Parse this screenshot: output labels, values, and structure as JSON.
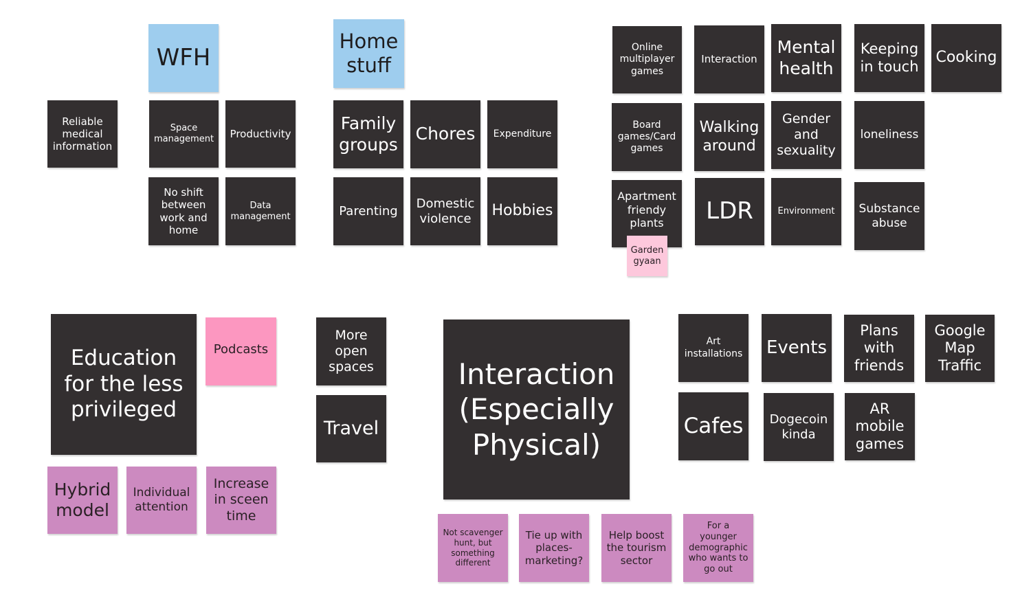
{
  "board": {
    "colors": {
      "dark_note": "#332f30",
      "blue_note": "#9ecdee",
      "pink_note": "#fc97c0",
      "light_pink_note": "#fdc8dc",
      "purple_note": "#cc8ac0",
      "background": "#ffffff"
    },
    "wfh_cluster": {
      "header": "WFH",
      "side_note": "Reliable medical information",
      "notes": [
        "Space management",
        "Productivity",
        "No shift between work and home",
        "Data management"
      ]
    },
    "home_cluster": {
      "header": "Home stuff",
      "notes": [
        "Family groups",
        "Chores",
        "Expenditure",
        "Parenting",
        "Domestic violence",
        "Hobbies"
      ]
    },
    "topics_cluster": {
      "notes": [
        "Online multiplayer games",
        "Interaction",
        "Mental health",
        "Keeping in touch",
        "Cooking",
        "Board games/Card games",
        "Walking around",
        "Gender and sexuality",
        "loneliness",
        "Apartment friendy plants",
        "LDR",
        "Environment",
        "Substance abuse"
      ],
      "sub_note": "Garden gyaan"
    },
    "education_cluster": {
      "main": "Education for the less privileged",
      "side": "Podcasts",
      "sub_notes": [
        "Hybrid model",
        "Individual attention",
        "Increase in sceen time"
      ]
    },
    "travel_cluster": {
      "notes": [
        "More open spaces",
        "Travel"
      ]
    },
    "interaction_cluster": {
      "main": "Interaction (Especially Physical)",
      "sub_notes": [
        "Not scavenger hunt, but something different",
        "Tie up with places- marketing?",
        "Help boost the tourism sector",
        "For a younger demographic who wants to go out"
      ],
      "ideas": [
        "Art installations",
        "Events",
        "Plans with friends",
        "Google Map Traffic",
        "Cafes",
        "Dogecoin kinda",
        "AR mobile games"
      ]
    }
  }
}
